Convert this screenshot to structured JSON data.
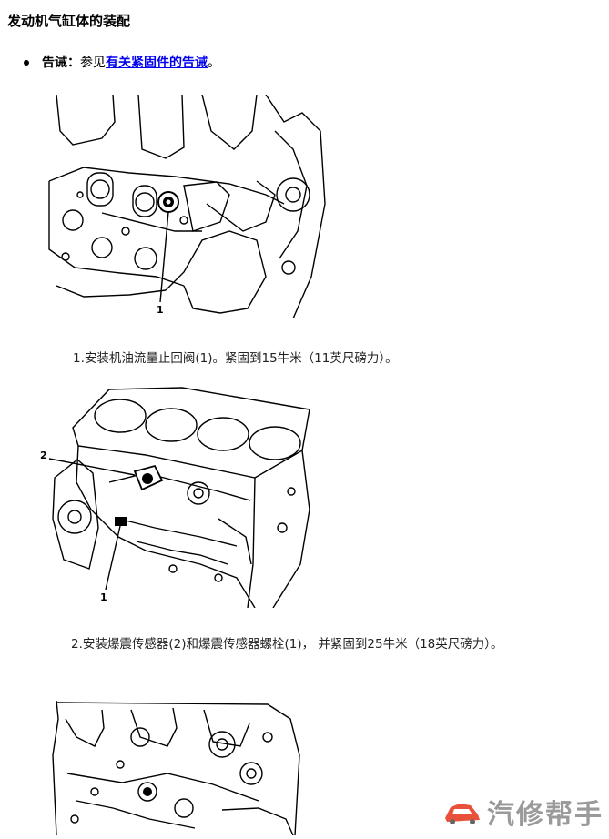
{
  "page": {
    "title": "发动机气缸体的装配"
  },
  "warning": {
    "label": "告诫：",
    "prefix": "参见",
    "link_text": "有关紧固件的告诫",
    "suffix": "。"
  },
  "figures": [
    {
      "callouts": [
        "1"
      ],
      "caption": "1.安装机油流量止回阀(1)。紧固到15牛米（11英尺磅力）。"
    },
    {
      "callouts": [
        "2",
        "1"
      ],
      "caption": "2.安装爆震传感器(2)和爆震传感器螺栓(1)， 并紧固到25牛米（18英尺磅力）。"
    },
    {
      "callouts": [],
      "caption": ""
    }
  ],
  "watermark": {
    "text": "汽修帮手",
    "icon": "car-logo-icon"
  }
}
